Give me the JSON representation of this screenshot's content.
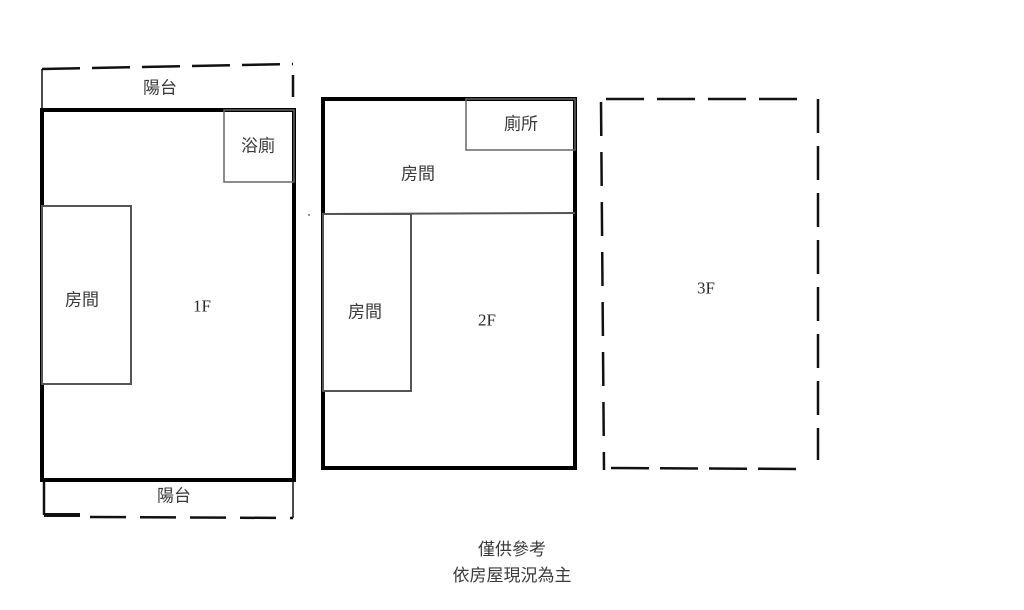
{
  "floors": {
    "f1": {
      "label": "1F",
      "balcony_top": "陽台",
      "balcony_bottom": "陽台",
      "bathroom": "浴廁",
      "room": "房間"
    },
    "f2": {
      "label": "2F",
      "toilet": "廁所",
      "room_top": "房間",
      "room_left": "房間"
    },
    "f3": {
      "label": "3F"
    }
  },
  "disclaimer": {
    "line1": "僅供參考",
    "line2": "依房屋現況為主"
  },
  "colors": {
    "outer_wall": "#000000",
    "inner_wall": "#555555",
    "text": "#3a3a3a"
  }
}
